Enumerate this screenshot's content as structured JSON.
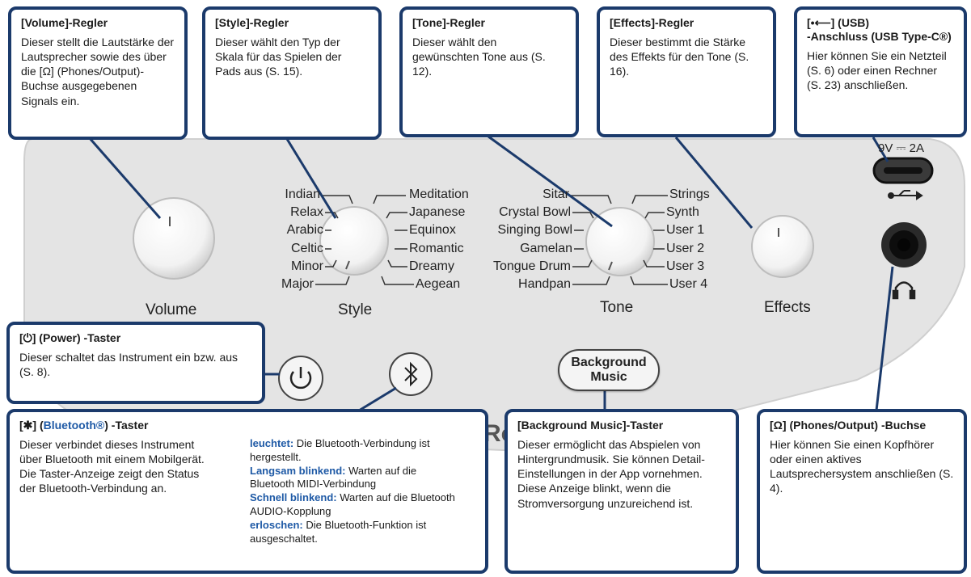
{
  "panel": {
    "knob_labels": {
      "volume": "Volume",
      "style": "Style",
      "tone": "Tone",
      "effects": "Effects"
    },
    "style_left": [
      "Indian",
      "Relax",
      "Arabic",
      "Celtic",
      "Minor",
      "Major"
    ],
    "style_right": [
      "Meditation",
      "Japanese",
      "Equinox",
      "Romantic",
      "Dreamy",
      "Aegean"
    ],
    "tone_left": [
      "Sitar",
      "Crystal Bowl",
      "Singing Bowl",
      "Gamelan",
      "Tongue Drum",
      "Handpan"
    ],
    "tone_right": [
      "Strings",
      "Synth",
      "User 1",
      "User 2",
      "User 3",
      "User 4"
    ],
    "usb_port_label": "9V ⎓ 2A",
    "bm_button_label": "Background Music",
    "logo_fragment": "Ro"
  },
  "callouts": {
    "volume": {
      "title": "[Volume]-Regler",
      "text": "Dieser stellt die Lautstärke der Lautsprecher sowie des über die [Ω] (Phones/Output)-Buchse ausgegebenen Signals ein."
    },
    "style": {
      "title": "[Style]-Regler",
      "text": "Dieser wählt den Typ der Skala für das Spielen der Pads aus (S. 15)."
    },
    "tone": {
      "title": "[Tone]-Regler",
      "text": "Dieser wählt den gewünschten Tone aus (S. 12)."
    },
    "effects": {
      "title": "[Effects]-Regler",
      "text": "Dieser bestimmt die Stärke des Effekts für den Tone (S. 16)."
    },
    "usb": {
      "title_a": "[•⟵] (USB)",
      "title_b": "-Anschluss (USB Type-C®)",
      "text": "Hier können Sie ein Netzteil (S. 6) oder einen Rechner (S. 23) anschließen."
    },
    "power": {
      "title": "[⏻] (Power) -Taster",
      "text": "Dieser schaltet das Instrument ein bzw. aus (S. 8)."
    },
    "bluetooth": {
      "title_pre": "[✱] (",
      "title_bt": "Bluetooth®",
      "title_post": ") -Taster",
      "text": "Dieser verbindet dieses Instrument über Bluetooth mit einem Mobilgerät. Die Taster-Anzeige zeigt den Status der Bluetooth-Verbindung an.",
      "states": [
        {
          "key": "leuchtet:",
          "desc": " Die Bluetooth-Verbindung ist hergestellt."
        },
        {
          "key": "Langsam blinkend:",
          "desc": " Warten auf die Bluetooth MIDI-Verbindung"
        },
        {
          "key": "Schnell blinkend:",
          "desc": " Warten auf die Bluetooth AUDIO-Kopplung"
        },
        {
          "key": "erloschen:",
          "desc": " Die Bluetooth-Funktion ist ausgeschaltet."
        }
      ]
    },
    "background_music": {
      "title": "[Background Music]-Taster",
      "text": "Dieser ermöglicht das Abspielen von Hintergrundmusik. Sie können Detail-Einstellungen in der App vornehmen. Diese Anzeige blinkt, wenn die Stromversorgung unzureichend ist."
    },
    "phones": {
      "title": "[Ω] (Phones/Output) -Buchse",
      "text": "Hier können Sie einen Kopfhörer oder einen aktives Lautsprechersystem anschließen (S. 4)."
    }
  },
  "colors": {
    "callout_border": "#1b3a6b",
    "accent_blue": "#1f5aa6",
    "panel_fill": "#e4e4e4"
  }
}
